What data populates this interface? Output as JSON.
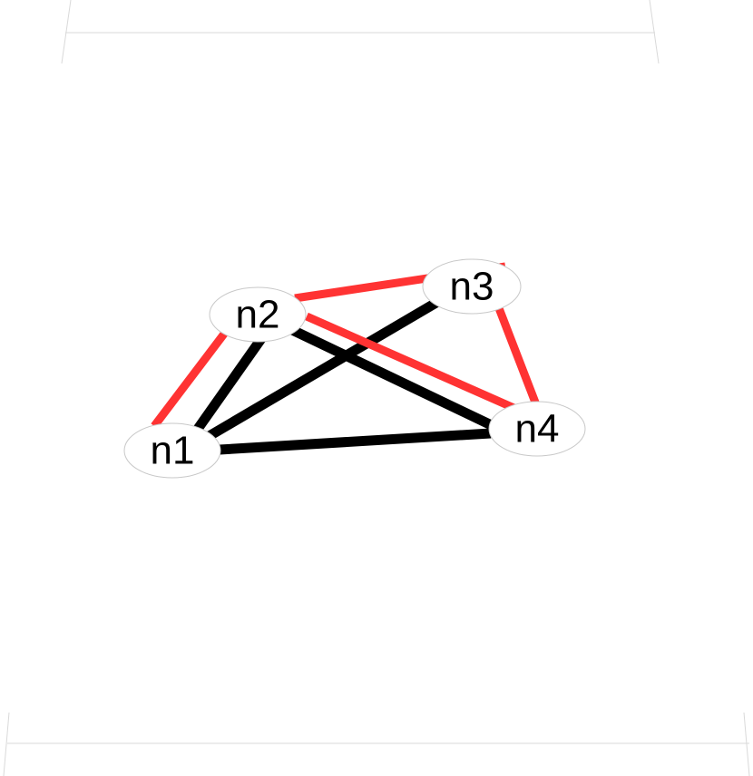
{
  "graph": {
    "nodes": [
      {
        "id": "n1",
        "label": "n1"
      },
      {
        "id": "n2",
        "label": "n2"
      },
      {
        "id": "n3",
        "label": "n3"
      },
      {
        "id": "n4",
        "label": "n4"
      }
    ],
    "edges": [
      {
        "source": "n1",
        "target": "n2",
        "color": "#000000"
      },
      {
        "source": "n1",
        "target": "n3",
        "color": "#000000"
      },
      {
        "source": "n1",
        "target": "n4",
        "color": "#000000"
      },
      {
        "source": "n2",
        "target": "n4",
        "color": "#000000"
      },
      {
        "source": "n1",
        "target": "n2",
        "color": "#ff3333"
      },
      {
        "source": "n2",
        "target": "n3",
        "color": "#ff3333"
      },
      {
        "source": "n2",
        "target": "n4",
        "color": "#ff3333"
      },
      {
        "source": "n3",
        "target": "n4",
        "color": "#ff3333"
      }
    ]
  },
  "colors": {
    "black_edge": "#000000",
    "red_edge": "#ff3333",
    "node_fill": "#ffffff",
    "node_border": "#c8c8c8"
  }
}
